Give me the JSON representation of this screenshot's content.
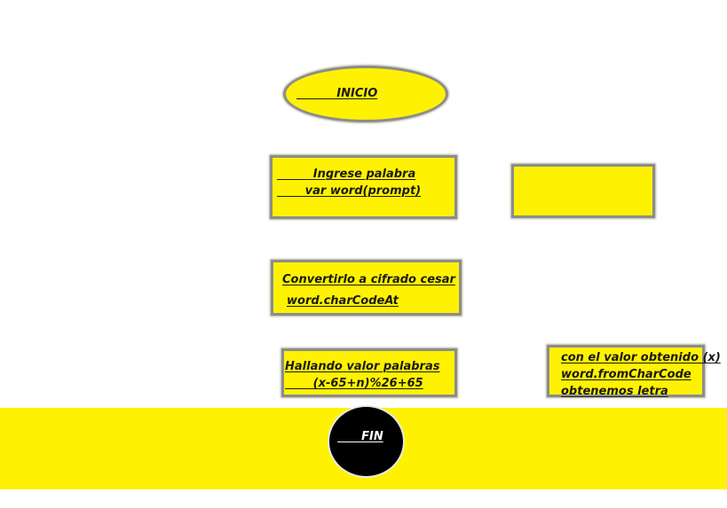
{
  "start": {
    "label": "          INICIO"
  },
  "input_box": {
    "line1": "         Ingrese palabra",
    "line2": "       var word(prompt)"
  },
  "empty_box": {},
  "convert_box": {
    "line1": "Convertirlo a cifrado cesar",
    "line2": "word.charCodeAt"
  },
  "compute_box": {
    "line1": "Hallando valor palabras",
    "line2": "       (x-65+n)%26+65"
  },
  "result_box": {
    "line1": "con el valor obtenido (x)",
    "line2": "word.fromCharCode",
    "line3": "obtenemos letra"
  },
  "end": {
    "label": "      FIN"
  },
  "colors": {
    "shape_fill": "#fff200",
    "shape_border": "#8c8c8c",
    "end_fill": "#000000",
    "text": "#1a1a1a"
  }
}
